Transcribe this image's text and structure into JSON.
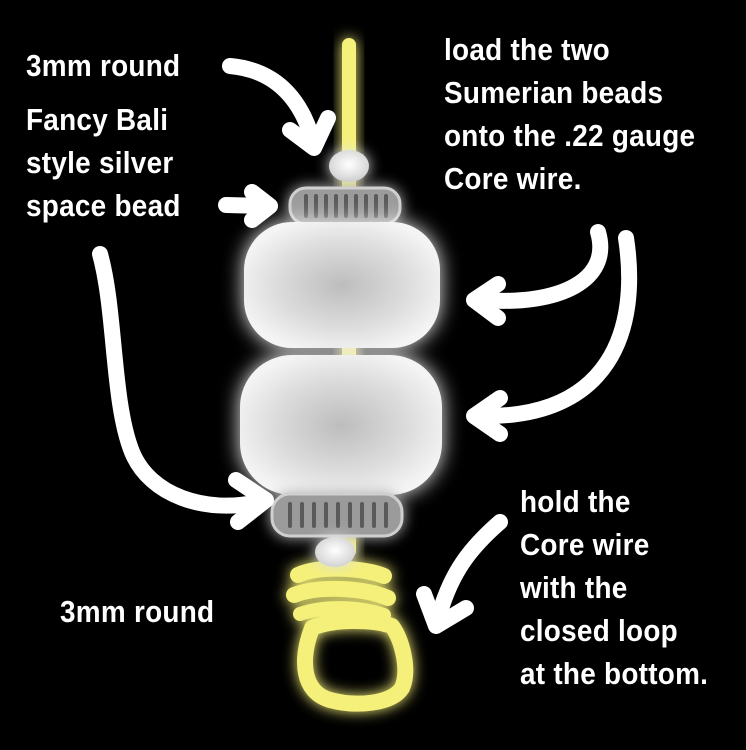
{
  "labels": {
    "top_round": "3mm round",
    "bali_bead": [
      "Fancy Bali",
      "style silver",
      "space bead"
    ],
    "load_instruction": [
      "load the two",
      "Sumerian beads",
      "onto the .22 gauge",
      "Core wire."
    ],
    "bottom_round": "3mm round",
    "hold_instruction": [
      "hold the",
      "Core wire",
      "with the",
      "closed loop",
      "at the bottom."
    ]
  },
  "colors": {
    "background": "#000000",
    "wire": "#f5f07a",
    "bead": "#e6e6e6",
    "text": "#ffffff"
  }
}
